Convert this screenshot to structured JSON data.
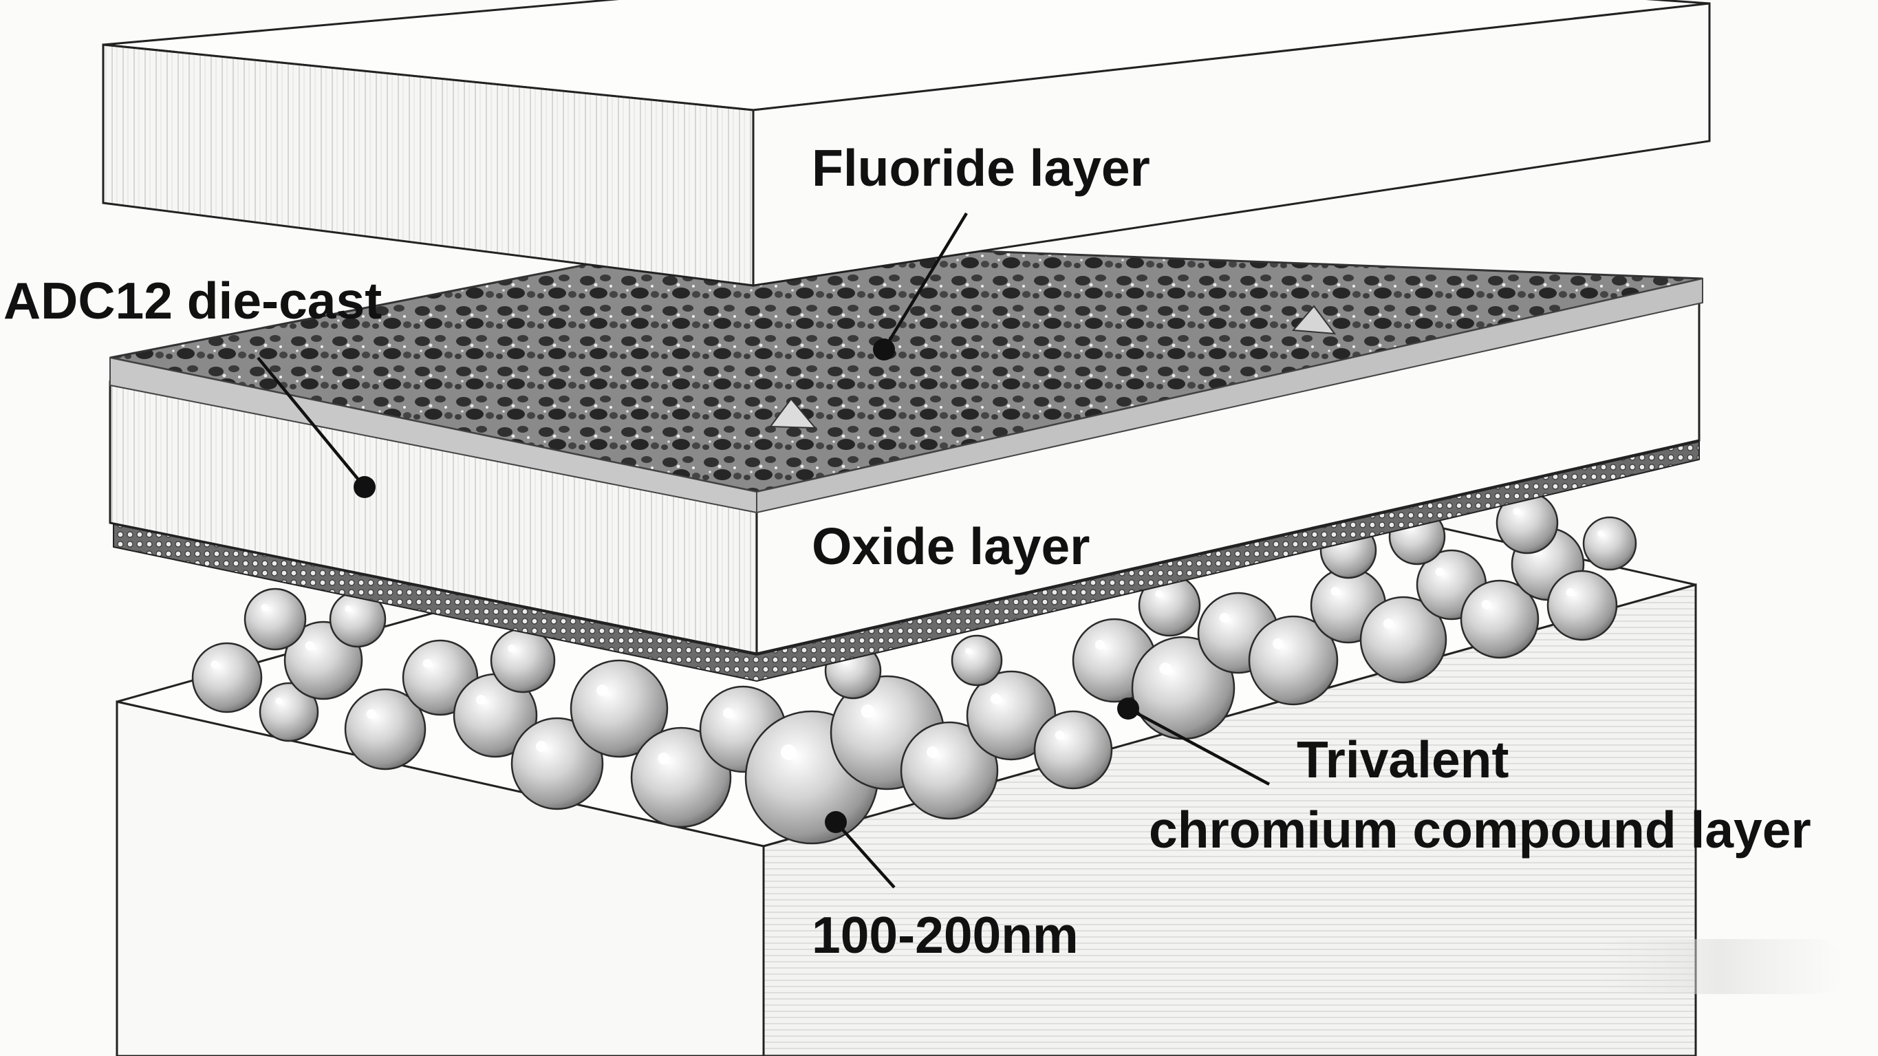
{
  "labels": {
    "fluoride": "Fluoride layer",
    "adc12": "ADC12 die-cast",
    "oxide": "Oxide layer",
    "trivalent_line1": "Trivalent",
    "trivalent_line2": "chromium compound layer",
    "thickness": "100-200nm"
  },
  "colors": {
    "ink": "#111111",
    "background": "#fbfbfa",
    "block_face": "#f7f7f5",
    "block_top": "#fdfdfc",
    "porous_dark": "#4a4a4a",
    "sphere": "#d9d9d9"
  }
}
